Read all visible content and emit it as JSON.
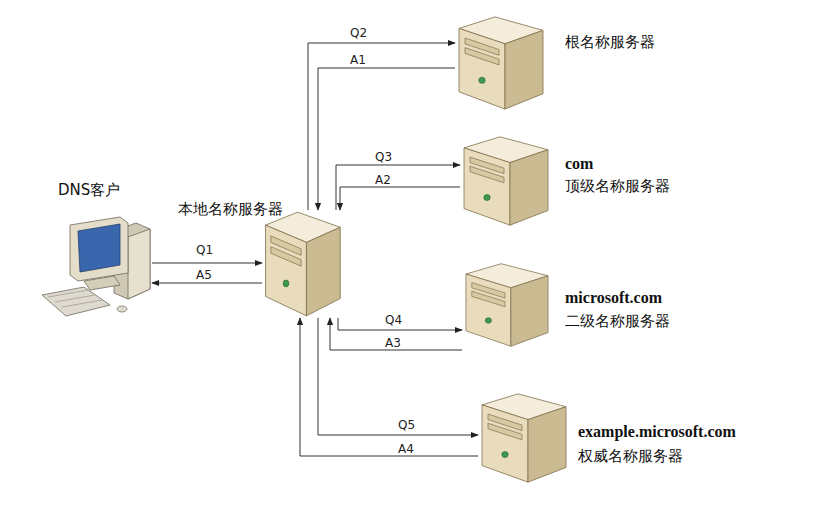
{
  "diagram": {
    "nodes": [
      {
        "text": [
          "DNS客户"
        ]
      },
      {
        "text": [
          "本地名称服务器"
        ]
      },
      {
        "text": [
          "根名称服务器"
        ]
      },
      {
        "text": [
          "com",
          "顶级名称服务器"
        ]
      },
      {
        "text": [
          "microsoft.com",
          "二级名称服务器"
        ]
      },
      {
        "text": [
          "example.microsoft.com",
          "权威名称服务器"
        ]
      }
    ],
    "edges": [
      {
        "from": 0,
        "to": 1,
        "label": "Q1",
        "arrow": "to"
      },
      {
        "from": 1,
        "to": 0,
        "label": "A5",
        "arrow": "to"
      },
      {
        "from": 1,
        "to": 2,
        "label": "Q2",
        "arrow": "to"
      },
      {
        "from": 2,
        "to": 1,
        "label": "A1",
        "arrow": "to"
      },
      {
        "from": 1,
        "to": 3,
        "label": "Q3",
        "arrow": "to"
      },
      {
        "from": 3,
        "to": 1,
        "label": "A2",
        "arrow": "to"
      },
      {
        "from": 1,
        "to": 4,
        "label": "Q4",
        "arrow": "to"
      },
      {
        "from": 4,
        "to": 1,
        "label": "A3",
        "arrow": "to"
      },
      {
        "from": 1,
        "to": 5,
        "label": "Q5",
        "arrow": "to"
      },
      {
        "from": 5,
        "to": 1,
        "label": "A4",
        "arrow": "to"
      }
    ]
  }
}
